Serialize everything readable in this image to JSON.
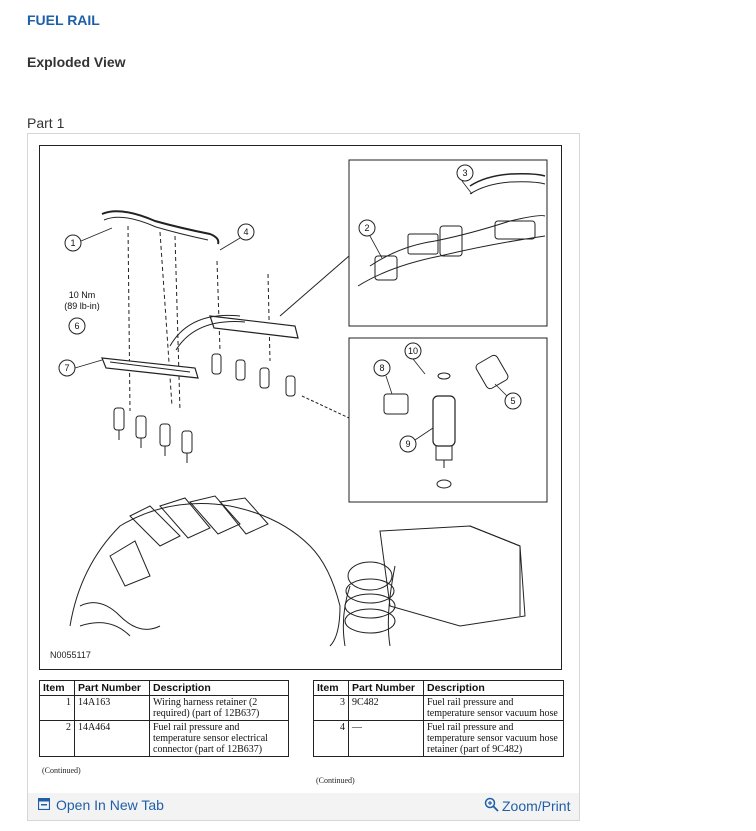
{
  "page": {
    "title": "FUEL RAIL",
    "subtitle": "Exploded View",
    "part_label": "Part 1"
  },
  "figure": {
    "figure_id": "N0055117",
    "torque_value": "10 Nm",
    "torque_imperial": "(89 lb-in)",
    "callouts": [
      "1",
      "2",
      "3",
      "4",
      "5",
      "6",
      "7",
      "8",
      "9",
      "10"
    ]
  },
  "table_left": {
    "headers": [
      "Item",
      "Part Number",
      "Description"
    ],
    "rows": [
      {
        "item": "1",
        "part": "14A163",
        "desc": "Wiring harness retainer (2 required) (part of 12B637)"
      },
      {
        "item": "2",
        "part": "14A464",
        "desc": "Fuel rail pressure and temperature sensor electrical connector (part of 12B637)"
      }
    ],
    "continued": "(Continued)"
  },
  "table_right": {
    "headers": [
      "Item",
      "Part Number",
      "Description"
    ],
    "rows": [
      {
        "item": "3",
        "part": "9C482",
        "desc": "Fuel rail pressure and temperature sensor vacuum hose"
      },
      {
        "item": "4",
        "part": "—",
        "desc": "Fuel rail pressure and temperature sensor vacuum hose retainer (part of 9C482)"
      }
    ],
    "continued": "(Continued)"
  },
  "footer": {
    "open_tab_label": "Open In New Tab",
    "zoom_label": "Zoom/Print",
    "open_tab_icon": "open-tab-icon",
    "zoom_icon": "magnifier-icon"
  },
  "colors": {
    "link": "#1f5fa8",
    "footer_bg": "#f3f3f3"
  }
}
